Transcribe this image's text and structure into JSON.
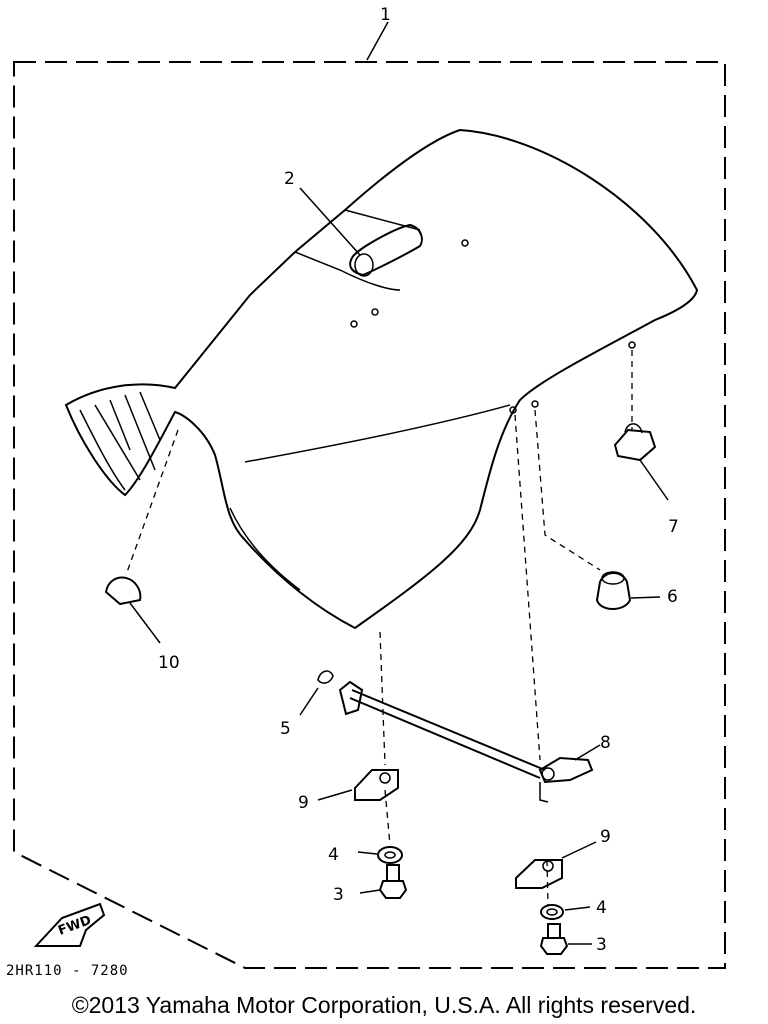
{
  "diagram": {
    "callouts": {
      "c1": "1",
      "c2": "2",
      "c3a": "3",
      "c3b": "3",
      "c4a": "4",
      "c4b": "4",
      "c5": "5",
      "c6": "6",
      "c7": "7",
      "c8": "8",
      "c9a": "9",
      "c9b": "9",
      "c10": "10"
    },
    "fwd_label": "FWD",
    "part_code": "2HR110 - 7280"
  },
  "footer": {
    "copyright": "©2013 Yamaha Motor Corporation, U.S.A. All rights reserved."
  }
}
